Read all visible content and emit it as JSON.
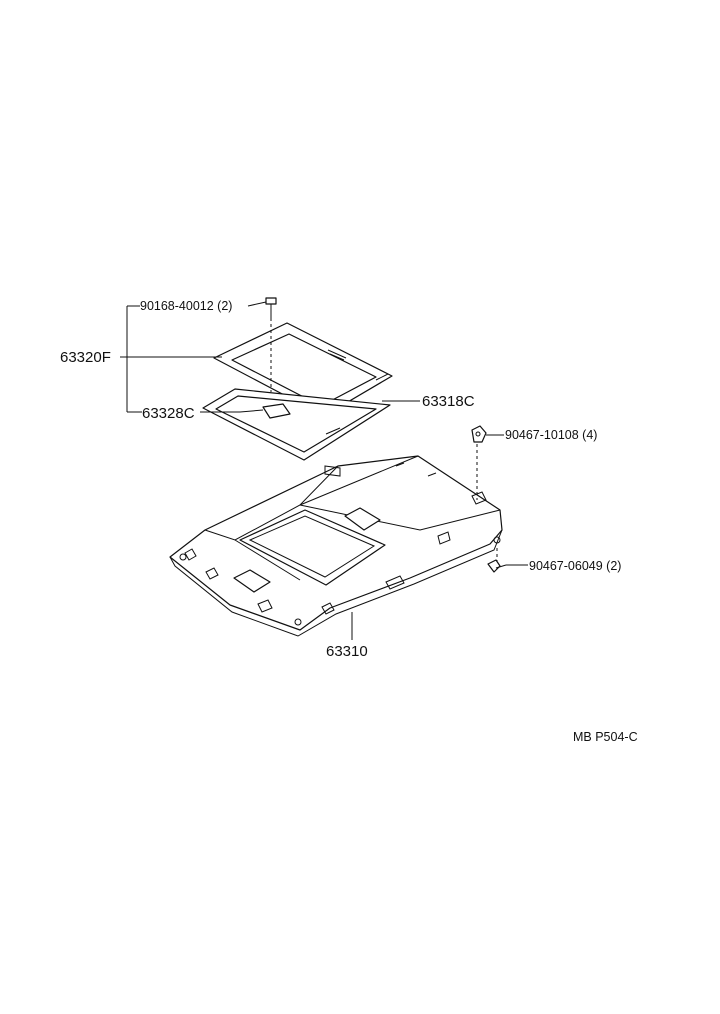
{
  "labels": {
    "screw_90168": "90168-40012 (2)",
    "frame_63320F": "63320F",
    "seal_63328C": "63328C",
    "trim_63318C": "63318C",
    "clip_90467_10108": "90467-10108 (4)",
    "clip_90467_06049": "90467-06049 (2)",
    "headlining_63310": "63310"
  },
  "diagram_code": "MB P504-C"
}
